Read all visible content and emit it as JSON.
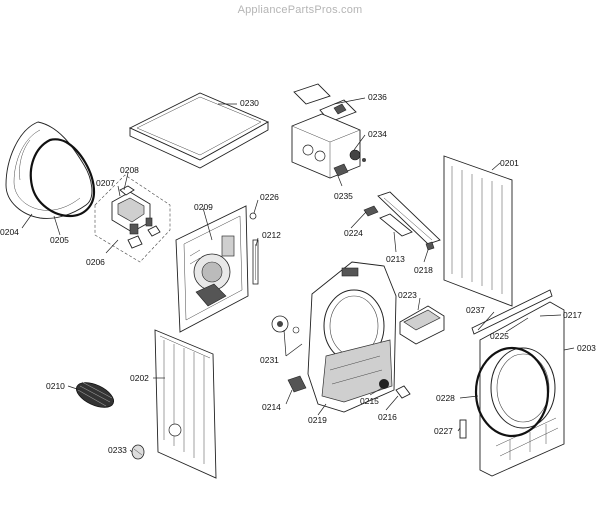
{
  "watermark": "AppliancePartsPros.com",
  "labels": {
    "p0201": "0201",
    "p0202": "0202",
    "p0203": "0203",
    "p0204": "0204",
    "p0205": "0205",
    "p0206": "0206",
    "p0207": "0207",
    "p0208": "0208",
    "p0209": "0209",
    "p0210": "0210",
    "p0212": "0212",
    "p0213": "0213",
    "p0214": "0214",
    "p0215": "0215",
    "p0216": "0216",
    "p0217": "0217",
    "p0218": "0218",
    "p0219": "0219",
    "p0223": "0223",
    "p0224": "0224",
    "p0225": "0225",
    "p0226": "0226",
    "p0227": "0227",
    "p0228": "0228",
    "p0230": "0230",
    "p0231": "0231",
    "p0233": "0233",
    "p0234": "0234",
    "p0235": "0235",
    "p0236": "0236",
    "p0237": "0237"
  }
}
